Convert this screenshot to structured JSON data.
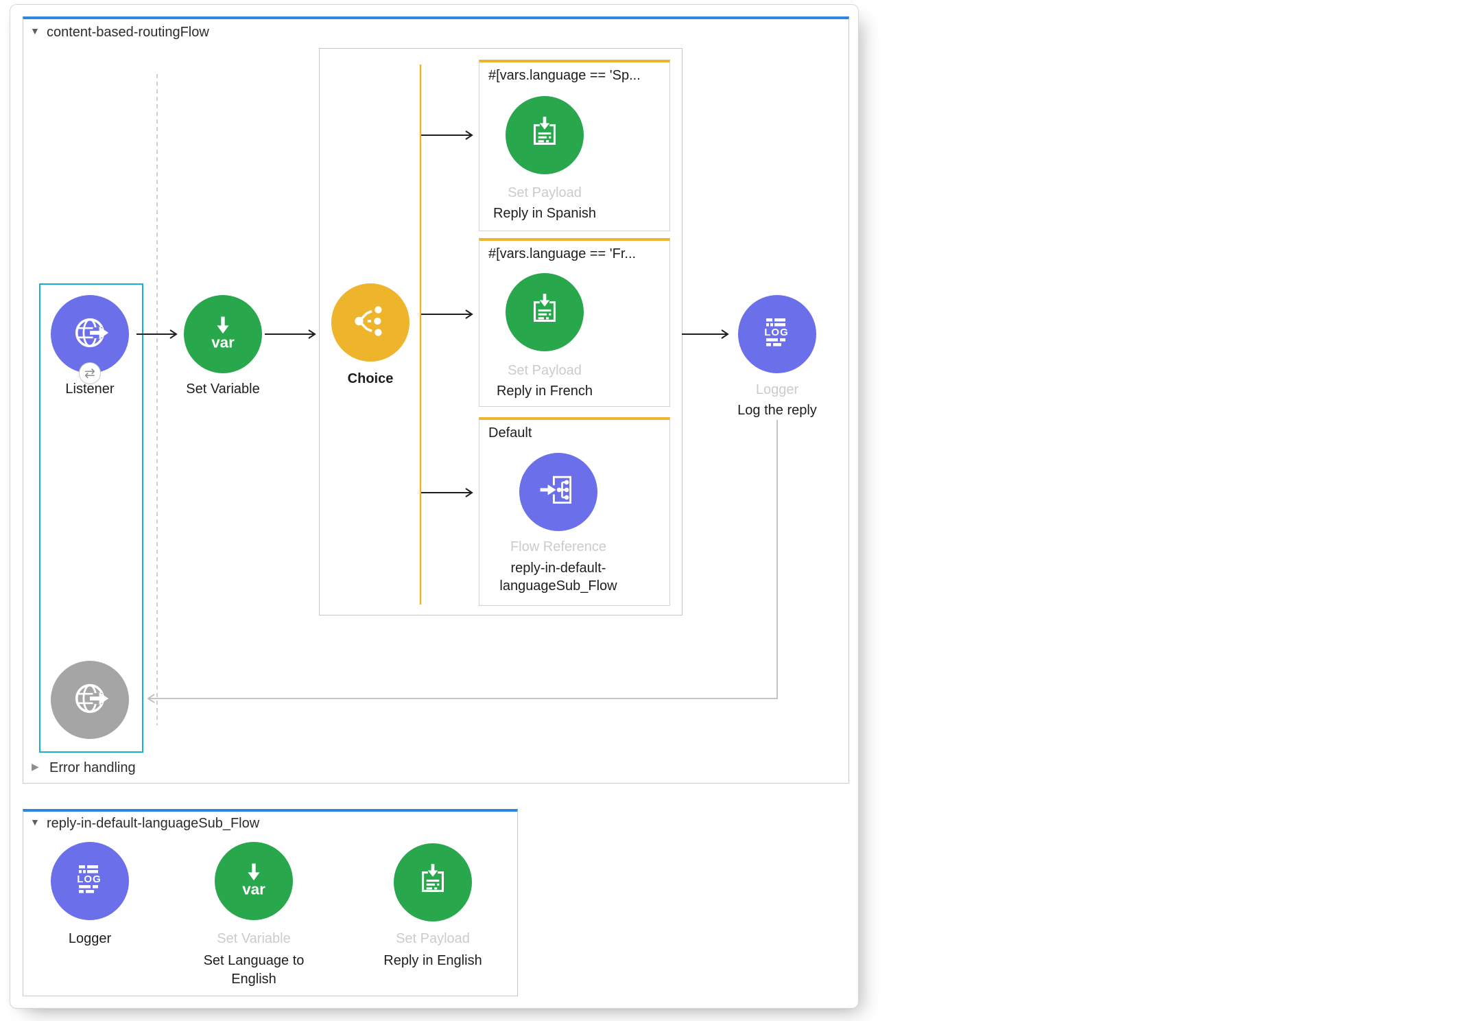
{
  "colors": {
    "flow_accent_bar": "#2b87e0",
    "selection_outline": "#14b1d6",
    "choice_router_line": "#eeb42b",
    "node_indigo": "#6b6fe9",
    "node_green": "#28a74c",
    "node_yellow": "#eeb42b",
    "node_gray": "#a5a5a5"
  },
  "icons": {
    "listener": "globe-arrow-icon",
    "listener_badge": "swap-arrows-icon",
    "set_variable": "var-down-arrow-icon",
    "choice": "branch-split-icon",
    "set_payload": "document-arrow-icon",
    "flow_reference": "arrow-into-flow-icon",
    "logger": "log-lines-icon",
    "var_text": "var",
    "log_text": "LOG"
  },
  "main_flow": {
    "title": "content-based-routingFlow",
    "listener": {
      "label": "Listener"
    },
    "set_variable": {
      "label": "Set Variable"
    },
    "choice": {
      "label": "Choice"
    },
    "branches": [
      {
        "condition": "#[vars.language == 'Sp...",
        "type": "Set Payload",
        "name": "Reply in Spanish"
      },
      {
        "condition": "#[vars.language == 'Fr...",
        "type": "Set Payload",
        "name": "Reply in French"
      },
      {
        "condition": "Default",
        "type": "Flow Reference",
        "name": "reply-in-default-languageSub_Flow"
      }
    ],
    "logger": {
      "type": "Logger",
      "name": "Log the reply"
    },
    "error_handling_label": "Error handling"
  },
  "sub_flow": {
    "title": "reply-in-default-languageSub_Flow",
    "logger": {
      "label": "Logger"
    },
    "set_variable": {
      "type": "Set Variable",
      "name": "Set Language to English"
    },
    "set_payload": {
      "type": "Set Payload",
      "name": "Reply in English"
    }
  }
}
